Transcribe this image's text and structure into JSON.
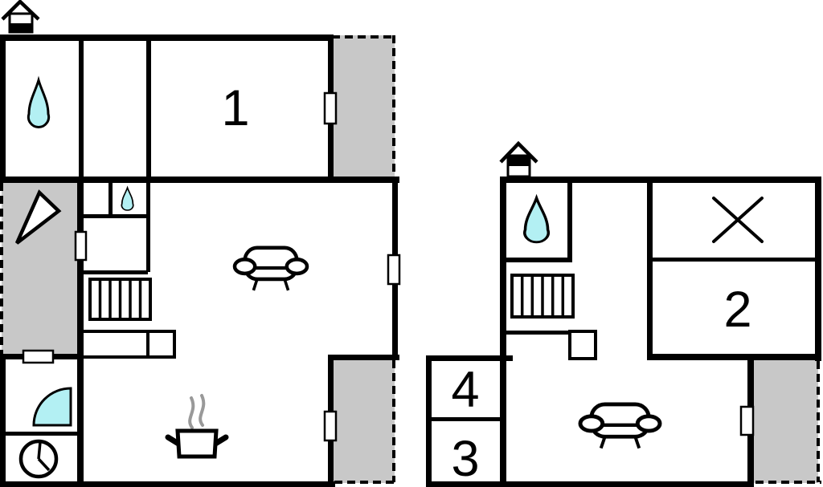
{
  "page": {
    "type": "house-floor-plan",
    "plan_count": 2
  },
  "colors": {
    "walls": "#000000",
    "water": "#b3f0f3",
    "terrace": "#c8c8c8",
    "steam": "#999999",
    "door_fill": "#ffffff",
    "background": "#ffffff"
  },
  "plans": {
    "left": {
      "rooms": {
        "room1": "1"
      },
      "icons": [
        "chimney-icon",
        "water-drop-icon",
        "small-water-drop-icon",
        "direction-arrow-icon",
        "stairs-icon",
        "sofa-icon",
        "cooking-pot-icon",
        "steam-icon",
        "shower-icon",
        "clock-icon",
        "door-marker"
      ]
    },
    "right": {
      "rooms": {
        "room2": "2",
        "room3": "3",
        "room4": "4"
      },
      "icons": [
        "chimney-icon",
        "water-drop-icon",
        "stairs-icon",
        "sofa-icon",
        "x-mark-icon",
        "door-marker"
      ]
    }
  }
}
